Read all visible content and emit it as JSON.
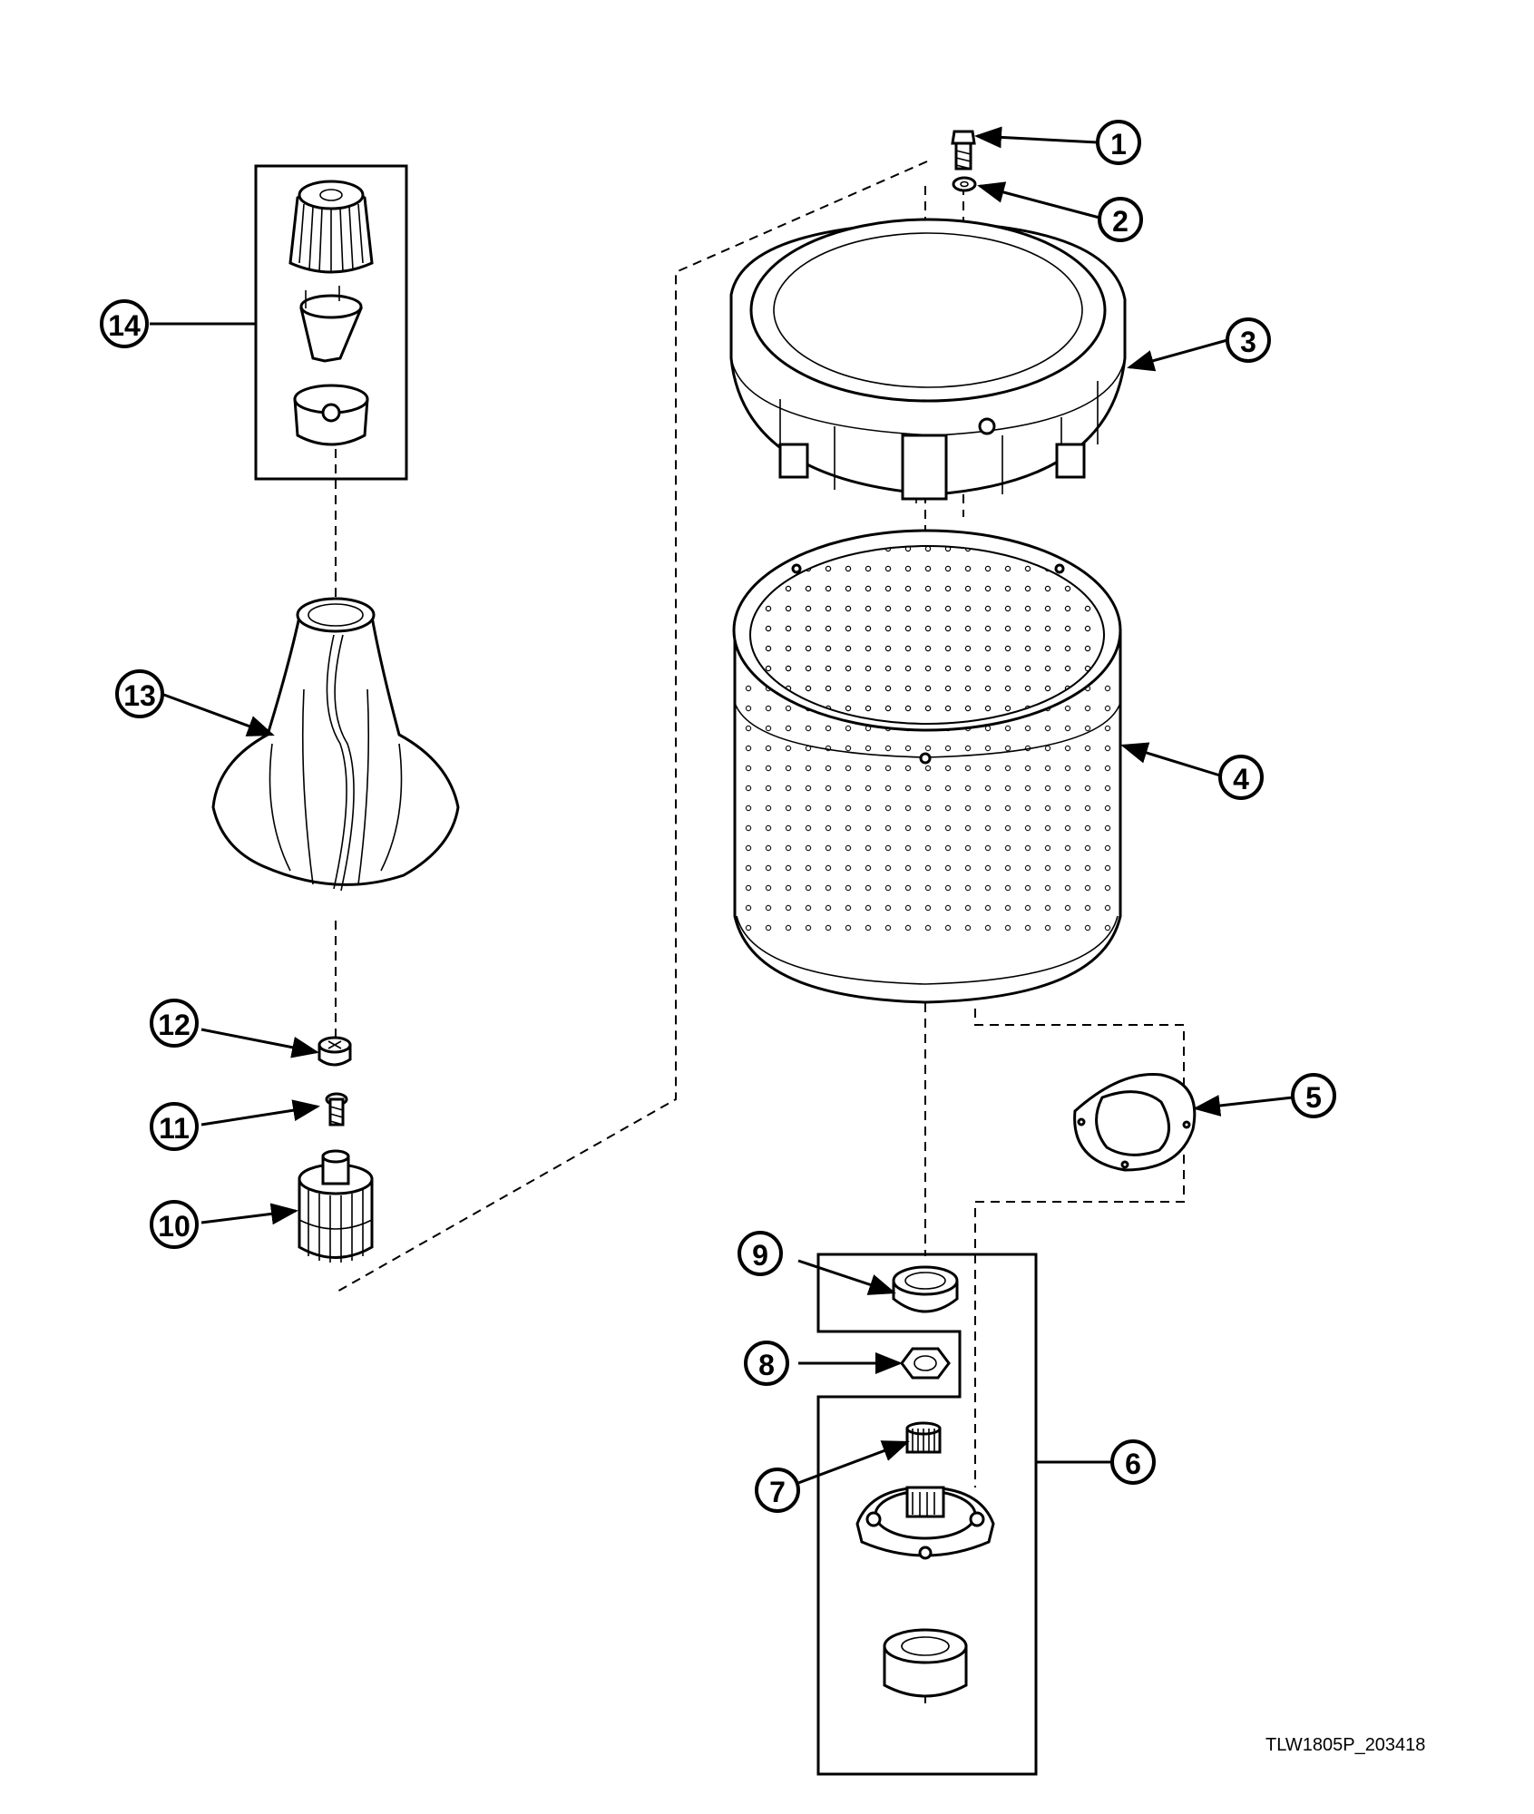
{
  "diagram": {
    "reference_code": "TLW1805P_203418",
    "callouts": [
      {
        "id": "1",
        "label": "1"
      },
      {
        "id": "2",
        "label": "2"
      },
      {
        "id": "3",
        "label": "3"
      },
      {
        "id": "4",
        "label": "4"
      },
      {
        "id": "5",
        "label": "5"
      },
      {
        "id": "6",
        "label": "6"
      },
      {
        "id": "7",
        "label": "7"
      },
      {
        "id": "8",
        "label": "8"
      },
      {
        "id": "9",
        "label": "9"
      },
      {
        "id": "10",
        "label": "10"
      },
      {
        "id": "11",
        "label": "11"
      },
      {
        "id": "12",
        "label": "12"
      },
      {
        "id": "13",
        "label": "13"
      },
      {
        "id": "14",
        "label": "14"
      }
    ]
  }
}
